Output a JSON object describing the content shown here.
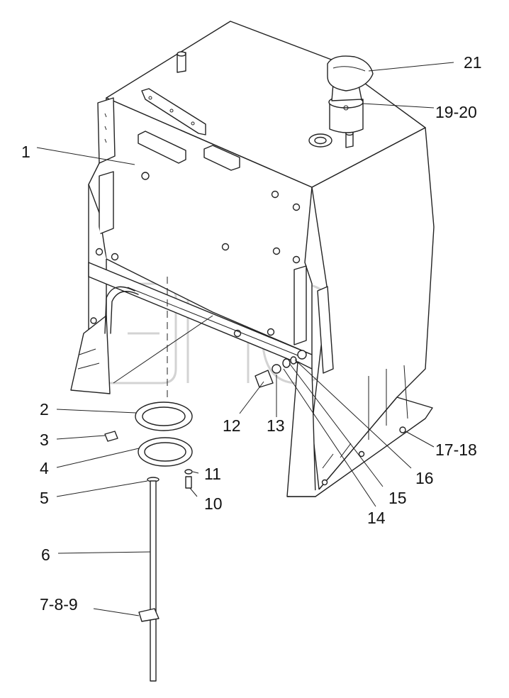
{
  "diagram": {
    "watermark": {
      "trademark": "TM"
    },
    "callouts": [
      {
        "id": "c1",
        "text": "1"
      },
      {
        "id": "c2",
        "text": "2"
      },
      {
        "id": "c3",
        "text": "3"
      },
      {
        "id": "c4",
        "text": "4"
      },
      {
        "id": "c5",
        "text": "5"
      },
      {
        "id": "c6",
        "text": "6"
      },
      {
        "id": "c789",
        "text": "7-8-9"
      },
      {
        "id": "c10",
        "text": "10"
      },
      {
        "id": "c11",
        "text": "11"
      },
      {
        "id": "c12",
        "text": "12"
      },
      {
        "id": "c13",
        "text": "13"
      },
      {
        "id": "c14",
        "text": "14"
      },
      {
        "id": "c15",
        "text": "15"
      },
      {
        "id": "c16",
        "text": "16"
      },
      {
        "id": "c1718",
        "text": "17-18"
      },
      {
        "id": "c1920",
        "text": "19-20"
      },
      {
        "id": "c21",
        "text": "21"
      }
    ]
  }
}
